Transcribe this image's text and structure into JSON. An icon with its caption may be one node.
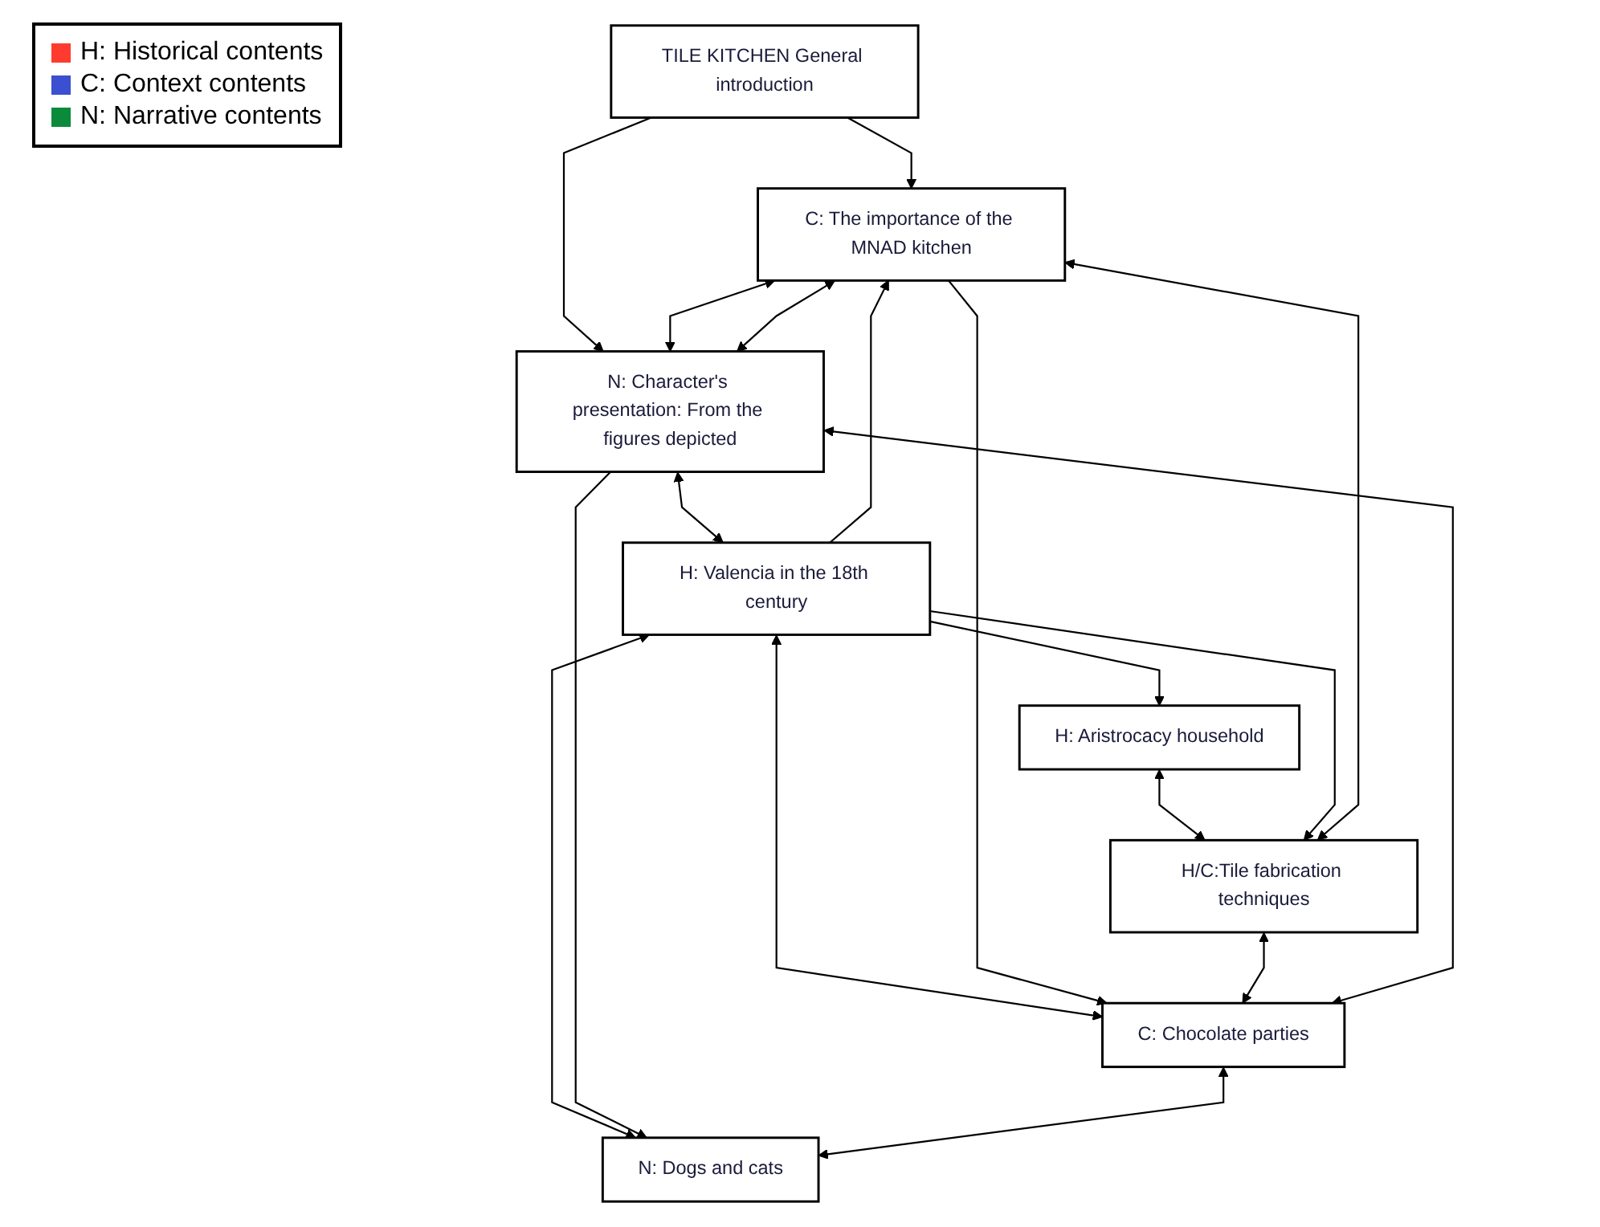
{
  "diagram": {
    "nodes": [
      {
        "text": [
          "TILE KITCHEN General introduction"
        ]
      },
      {
        "text": [
          "H: Valencia in the 18th century"
        ]
      },
      {
        "text": [
          "H: Aristrocacy household"
        ]
      },
      {
        "text": [
          "H/C:Tile fabrication techniques"
        ]
      },
      {
        "text": [
          "C: The importance of the MNAD kitchen"
        ]
      },
      {
        "text": [
          "C: Chocolate parties"
        ]
      },
      {
        "text": [
          "N: Character's presentation: From the figures depicted"
        ]
      },
      {
        "text": [
          "N: Dogs and cats"
        ]
      }
    ],
    "edges": [
      {
        "from": 1,
        "to": 2,
        "arrow": "to"
      },
      {
        "from": 2,
        "to": 3,
        "arrow": "both"
      },
      {
        "from": 1,
        "to": 3,
        "arrow": "to"
      },
      {
        "from": 0,
        "to": 4,
        "arrow": "to"
      },
      {
        "from": 1,
        "to": 4,
        "arrow": "to"
      },
      {
        "from": 3,
        "to": 4,
        "arrow": "both"
      },
      {
        "from": 1,
        "to": 5,
        "arrow": "both"
      },
      {
        "from": 1,
        "to": 7,
        "arrow": "both"
      },
      {
        "from": 4,
        "to": 5,
        "arrow": "to"
      },
      {
        "from": 3,
        "to": 5,
        "arrow": "both"
      },
      {
        "from": 0,
        "to": 6,
        "arrow": "to"
      },
      {
        "from": 6,
        "to": 1,
        "arrow": "both"
      },
      {
        "from": 4,
        "to": 6,
        "arrow": "both"
      },
      {
        "from": 4,
        "to": 6,
        "arrow": "both"
      },
      {
        "from": 6,
        "to": 5,
        "arrow": "both"
      },
      {
        "from": 6,
        "to": 7,
        "arrow": "to"
      },
      {
        "from": 5,
        "to": 7,
        "arrow": "both"
      }
    ],
    "legend": [
      {
        "text": "H: Historical contents",
        "color": "#ff3b30"
      },
      {
        "text": "C: Context contents",
        "color": "#3b4fd0"
      },
      {
        "text": "N: Narrative contents",
        "color": "#0a8a3a"
      }
    ]
  }
}
